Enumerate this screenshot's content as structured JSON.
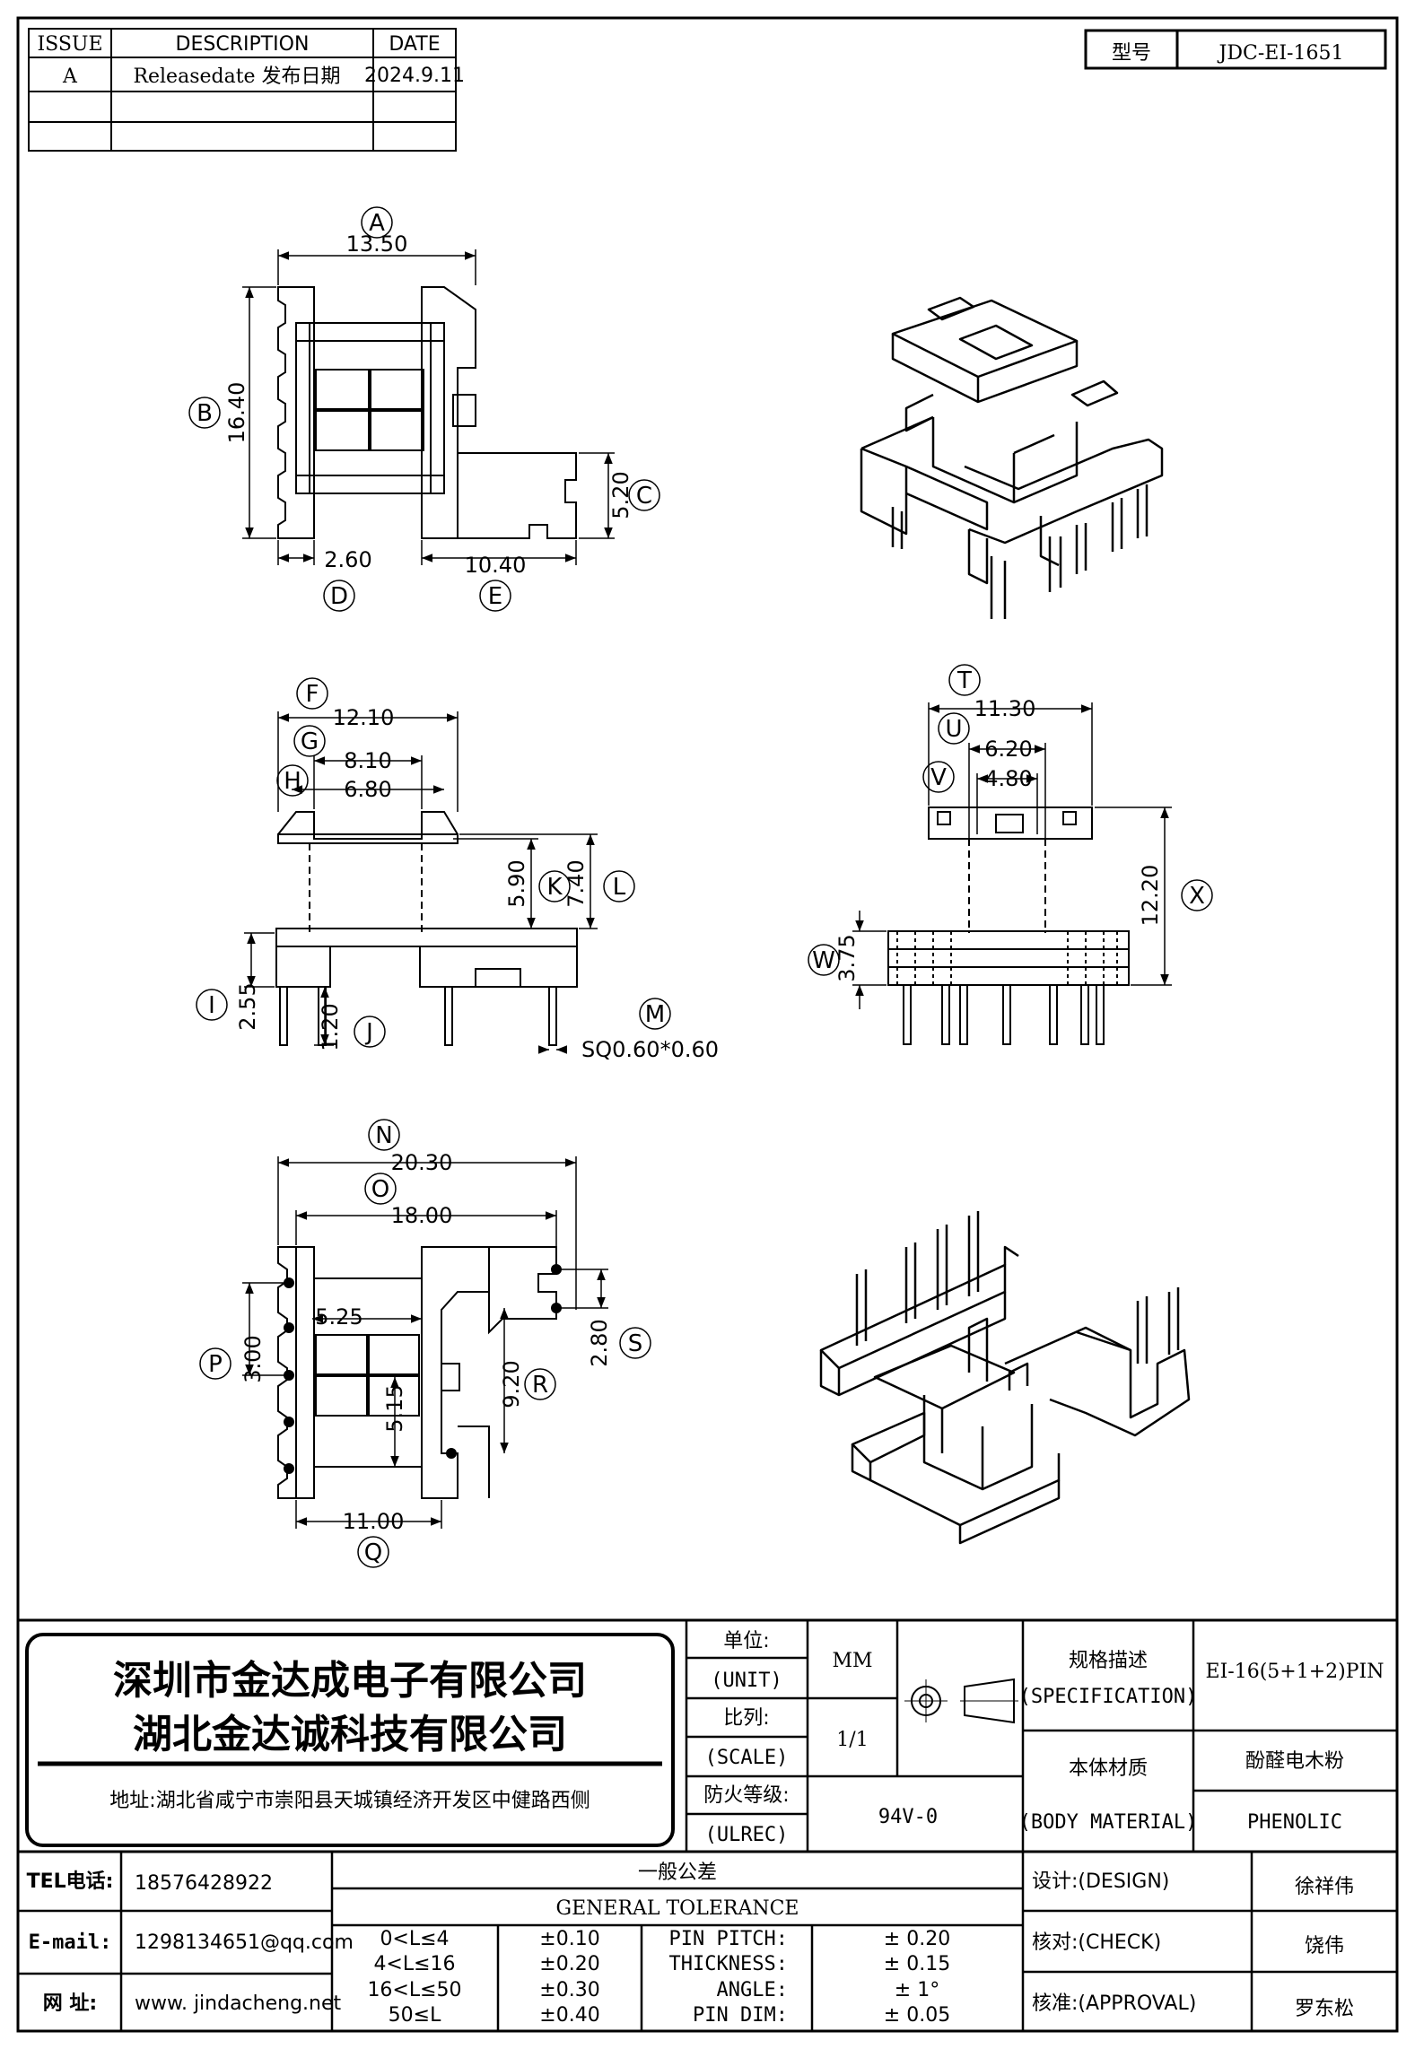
{
  "revision_table": {
    "headers": {
      "issue": "ISSUE",
      "description": "DESCRIPTION",
      "date": "DATE"
    },
    "rows": [
      {
        "issue": "A",
        "description": "Releasedate 发布日期",
        "date": "2024.9.11"
      }
    ]
  },
  "model_box": {
    "label": "型号",
    "value": "JDC-EI-1651"
  },
  "dimensions": {
    "A": "13.50",
    "B": "16.40",
    "C": "5.20",
    "D": "2.60",
    "E": "10.40",
    "F": "12.10",
    "G": "8.10",
    "H": "6.80",
    "I": "2.55",
    "J": "1.20",
    "K": "5.90",
    "L": "7.40",
    "M": "SQ0.60*0.60",
    "T": "11.30",
    "U": "6.20",
    "V": "4.80",
    "W": "3.75",
    "X": "12.20",
    "N": "20.30",
    "O": "18.00",
    "P": "3.00",
    "Q": "11.00",
    "R": "9.20",
    "S": "2.80",
    "inner_a": "5.25",
    "inner_b": "5.15"
  },
  "title_block": {
    "company_1": "深圳市金达成电子有限公司",
    "company_2": "湖北金达诚科技有限公司",
    "address": "地址:湖北省咸宁市崇阳县天城镇经济开发区中健路西侧",
    "unit_label_cn": "单位:",
    "unit_label_en": "(UNIT)",
    "unit_value": "MM",
    "scale_label_cn": "比列:",
    "scale_label_en": "(SCALE)",
    "scale_value": "1/1",
    "ul_label_cn": "防火等级:",
    "ul_label_en": "(ULREC)",
    "ul_value": "94V-0",
    "spec_label_cn": "规格描述",
    "spec_label_en": "(SPECIFICATION)",
    "spec_value": "EI-16(5+1+2)PIN",
    "material_label_cn": "本体材质",
    "material_label_en": "(BODY MATERIAL)",
    "material_value_cn": "酚醛电木粉",
    "material_value_en": "PHENOLIC",
    "tel_label": "TEL电话:",
    "tel_value": "18576428922",
    "email_label": "E-mail:",
    "email_value": "1298134651@qq.com",
    "web_label": "网   址:",
    "web_value": "www. jindacheng.net",
    "tol_title_cn": "一般公差",
    "tol_title_en": "GENERAL  TOLERANCE",
    "tolerances": [
      {
        "range": "0<L≤4",
        "value": "±0.10",
        "item": "PIN PITCH:",
        "item_value": "±  0.20"
      },
      {
        "range": "4<L≤16",
        "value": "±0.20",
        "item": "THICKNESS:",
        "item_value": "±  0.15"
      },
      {
        "range": "16<L≤50",
        "value": "±0.30",
        "item": "ANGLE:",
        "item_value": "±  1°"
      },
      {
        "range": "50≤L",
        "value": "±0.40",
        "item": "PIN DIM:",
        "item_value": "±  0.05"
      }
    ],
    "design_label": "设计:(DESIGN)",
    "design_name": "徐祥伟",
    "check_label": "核对:(CHECK)",
    "check_name": "饶伟",
    "approval_label": "核准:(APPROVAL)",
    "approval_name": "罗东松"
  },
  "colors": {
    "line": "#000000",
    "background": "#ffffff"
  }
}
